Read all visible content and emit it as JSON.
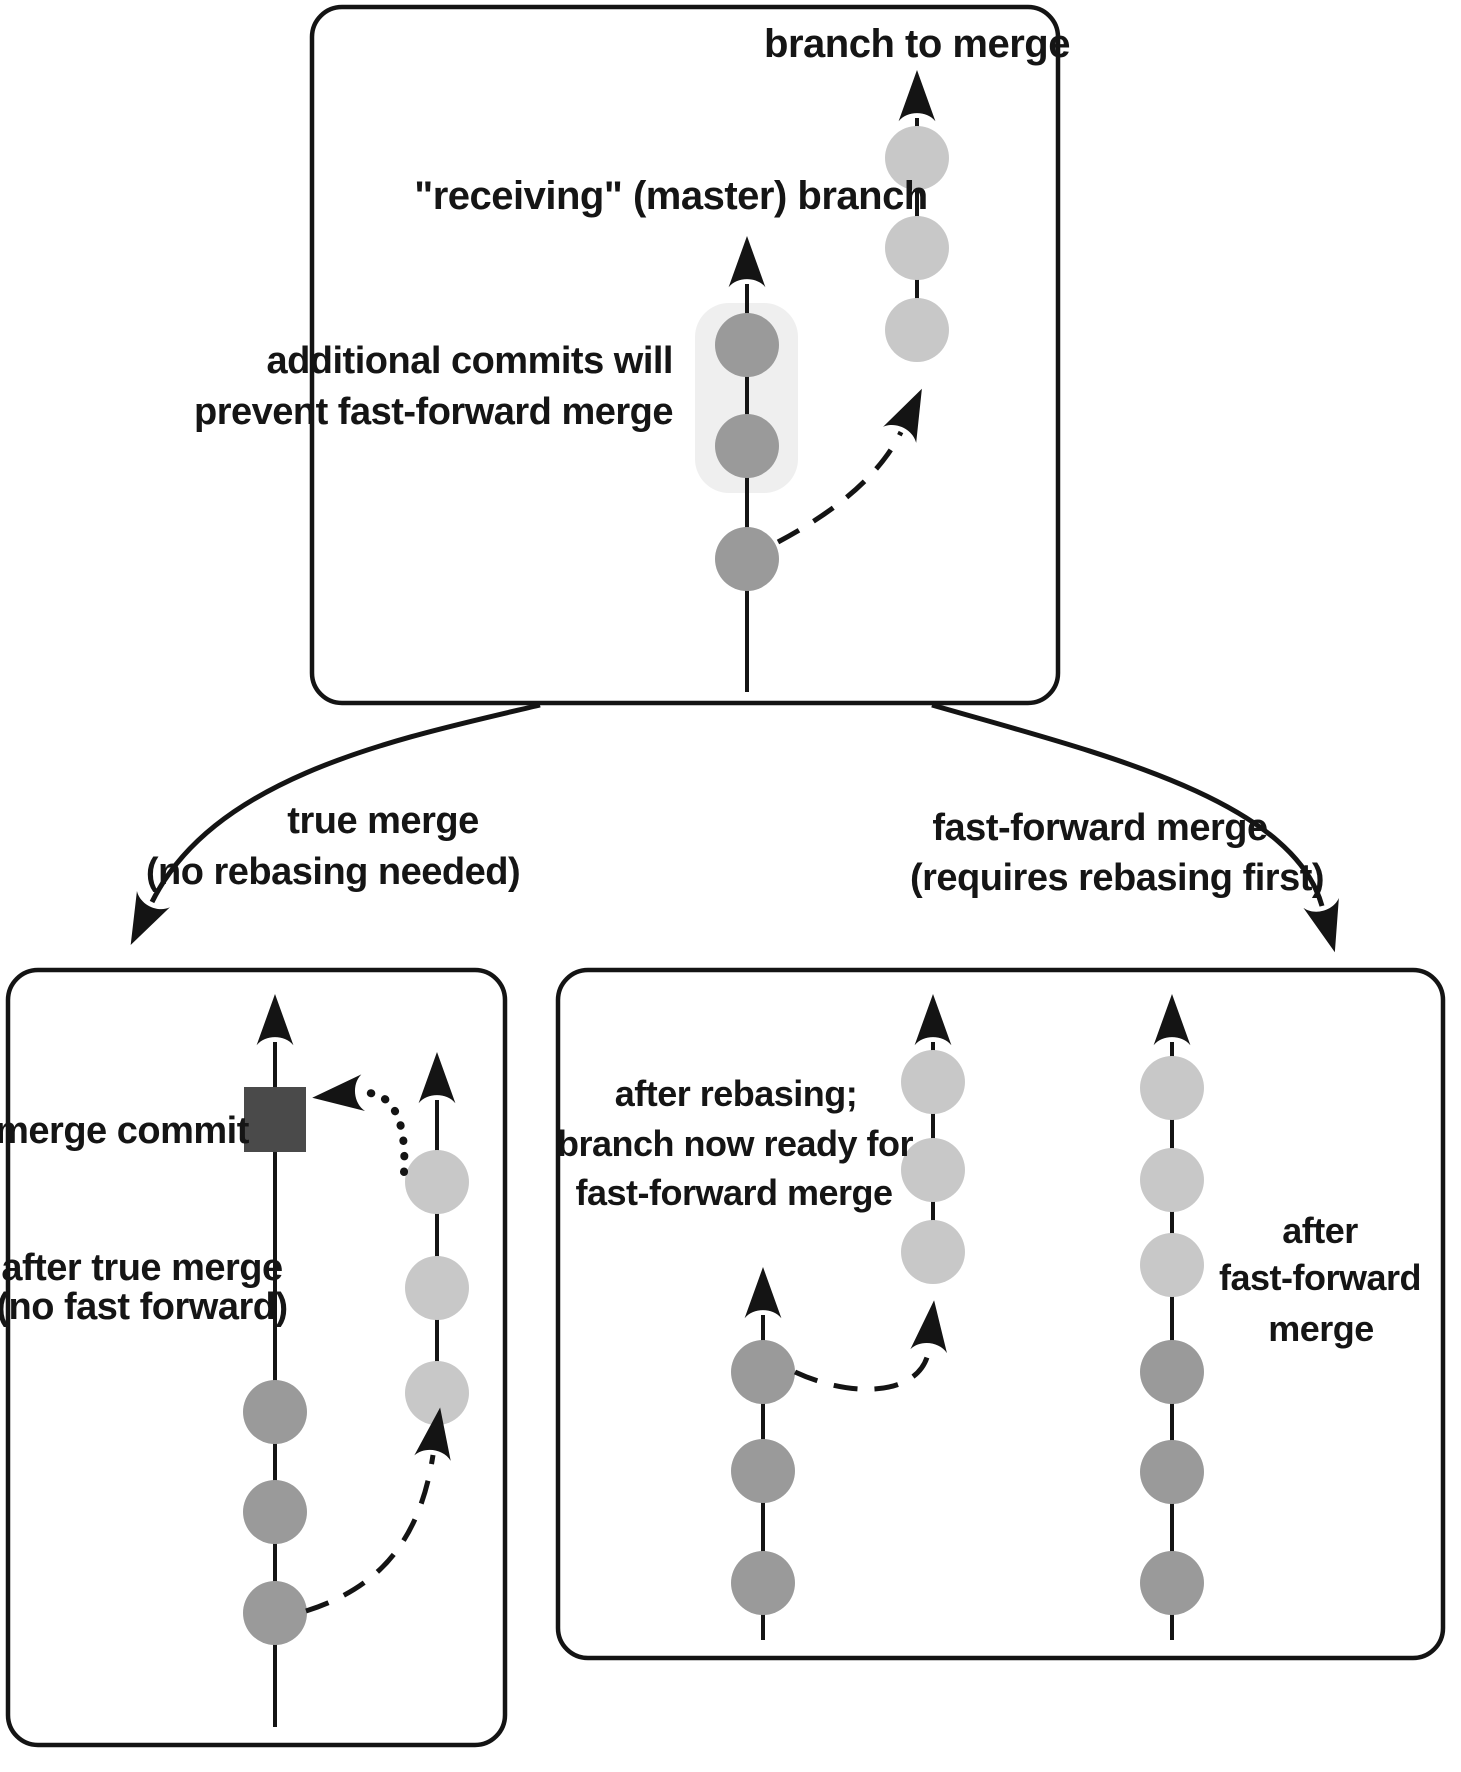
{
  "diagram": {
    "title_hint": "git merge strategies diagram",
    "top_box": {
      "branch_to_merge_label": "branch to merge",
      "receiving_branch_label": "\"receiving\" (master) branch",
      "note_line1": "additional commits will",
      "note_line2": "prevent fast-forward merge"
    },
    "left_arrow_label": {
      "line1": "true merge",
      "line2": "(no rebasing needed)"
    },
    "right_arrow_label": {
      "line1": "fast-forward merge",
      "line2": "(requires rebasing first)"
    },
    "left_box": {
      "merge_commit_label": "merge commit",
      "caption_line1": "after true merge",
      "caption_line2": "(no fast forward)"
    },
    "right_box": {
      "rebase_note_line1": "after rebasing;",
      "rebase_note_line2": "branch now ready for",
      "rebase_note_line3": "fast-forward merge",
      "result_line1": "after",
      "result_line2": "fast-forward",
      "result_line3": "merge"
    },
    "colors": {
      "line": "#141414",
      "commit_dark": "#9a9a9a",
      "commit_light": "#c8c8c8",
      "merge_square": "#4a4a4a",
      "highlight": "#efefef",
      "background": "#ffffff"
    }
  }
}
